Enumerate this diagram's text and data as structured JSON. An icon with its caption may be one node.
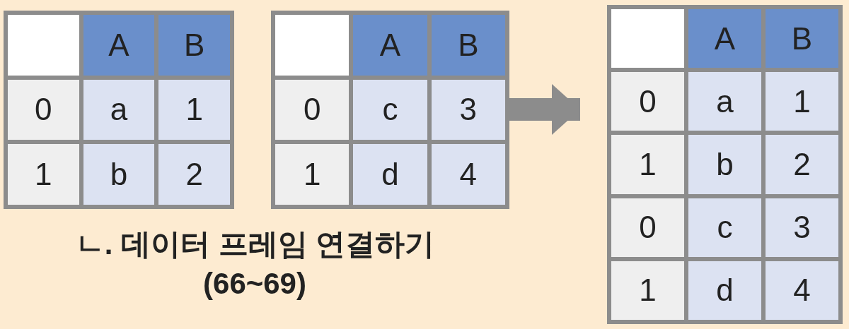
{
  "diagram": {
    "caption": "ㄴ. 데이터 프레임 연결하기 (66~69)",
    "nodes": [
      {
        "text": [],
        "shape": "box"
      },
      {
        "text": [],
        "shape": "box",
        "in": 0
      },
      {
        "text": [
          "A"
        ],
        "in": 0
      },
      {
        "text": [
          "B"
        ],
        "in": 0
      },
      {
        "text": [
          "0"
        ],
        "in": 0
      },
      {
        "text": [
          "a"
        ],
        "in": 0
      },
      {
        "text": [
          "1"
        ],
        "in": 0
      },
      {
        "text": [
          "1"
        ],
        "in": 0
      },
      {
        "text": [
          "b"
        ],
        "in": 0
      },
      {
        "text": [
          "2"
        ],
        "in": 0
      },
      {
        "text": [],
        "shape": "box"
      },
      {
        "text": [],
        "shape": "box",
        "in": 10
      },
      {
        "text": [
          "A"
        ],
        "in": 10
      },
      {
        "text": [
          "B"
        ],
        "in": 10
      },
      {
        "text": [
          "0"
        ],
        "in": 10
      },
      {
        "text": [
          "c"
        ],
        "in": 10
      },
      {
        "text": [
          "3"
        ],
        "in": 10
      },
      {
        "text": [
          "1"
        ],
        "in": 10
      },
      {
        "text": [
          "d"
        ],
        "in": 10
      },
      {
        "text": [
          "4"
        ],
        "in": 10
      },
      {
        "text": [],
        "shape": "box"
      },
      {
        "text": [],
        "shape": "box",
        "in": 20
      },
      {
        "text": [
          "A"
        ],
        "in": 20
      },
      {
        "text": [
          "B"
        ],
        "in": 20
      },
      {
        "text": [
          "0"
        ],
        "in": 20
      },
      {
        "text": [
          "a"
        ],
        "in": 20
      },
      {
        "text": [
          "1"
        ],
        "in": 20
      },
      {
        "text": [
          "1"
        ],
        "in": 20
      },
      {
        "text": [
          "b"
        ],
        "in": 20
      },
      {
        "text": [
          "2"
        ],
        "in": 20
      },
      {
        "text": [
          "0"
        ],
        "in": 20
      },
      {
        "text": [
          "c"
        ],
        "in": 20
      },
      {
        "text": [
          "3"
        ],
        "in": 20
      },
      {
        "text": [
          "1"
        ],
        "in": 20
      },
      {
        "text": [
          "d"
        ],
        "in": 20
      },
      {
        "text": [
          "4"
        ],
        "in": 20
      }
    ],
    "edges": [
      {
        "from": 10,
        "to": 20,
        "arrow": "to"
      }
    ]
  }
}
